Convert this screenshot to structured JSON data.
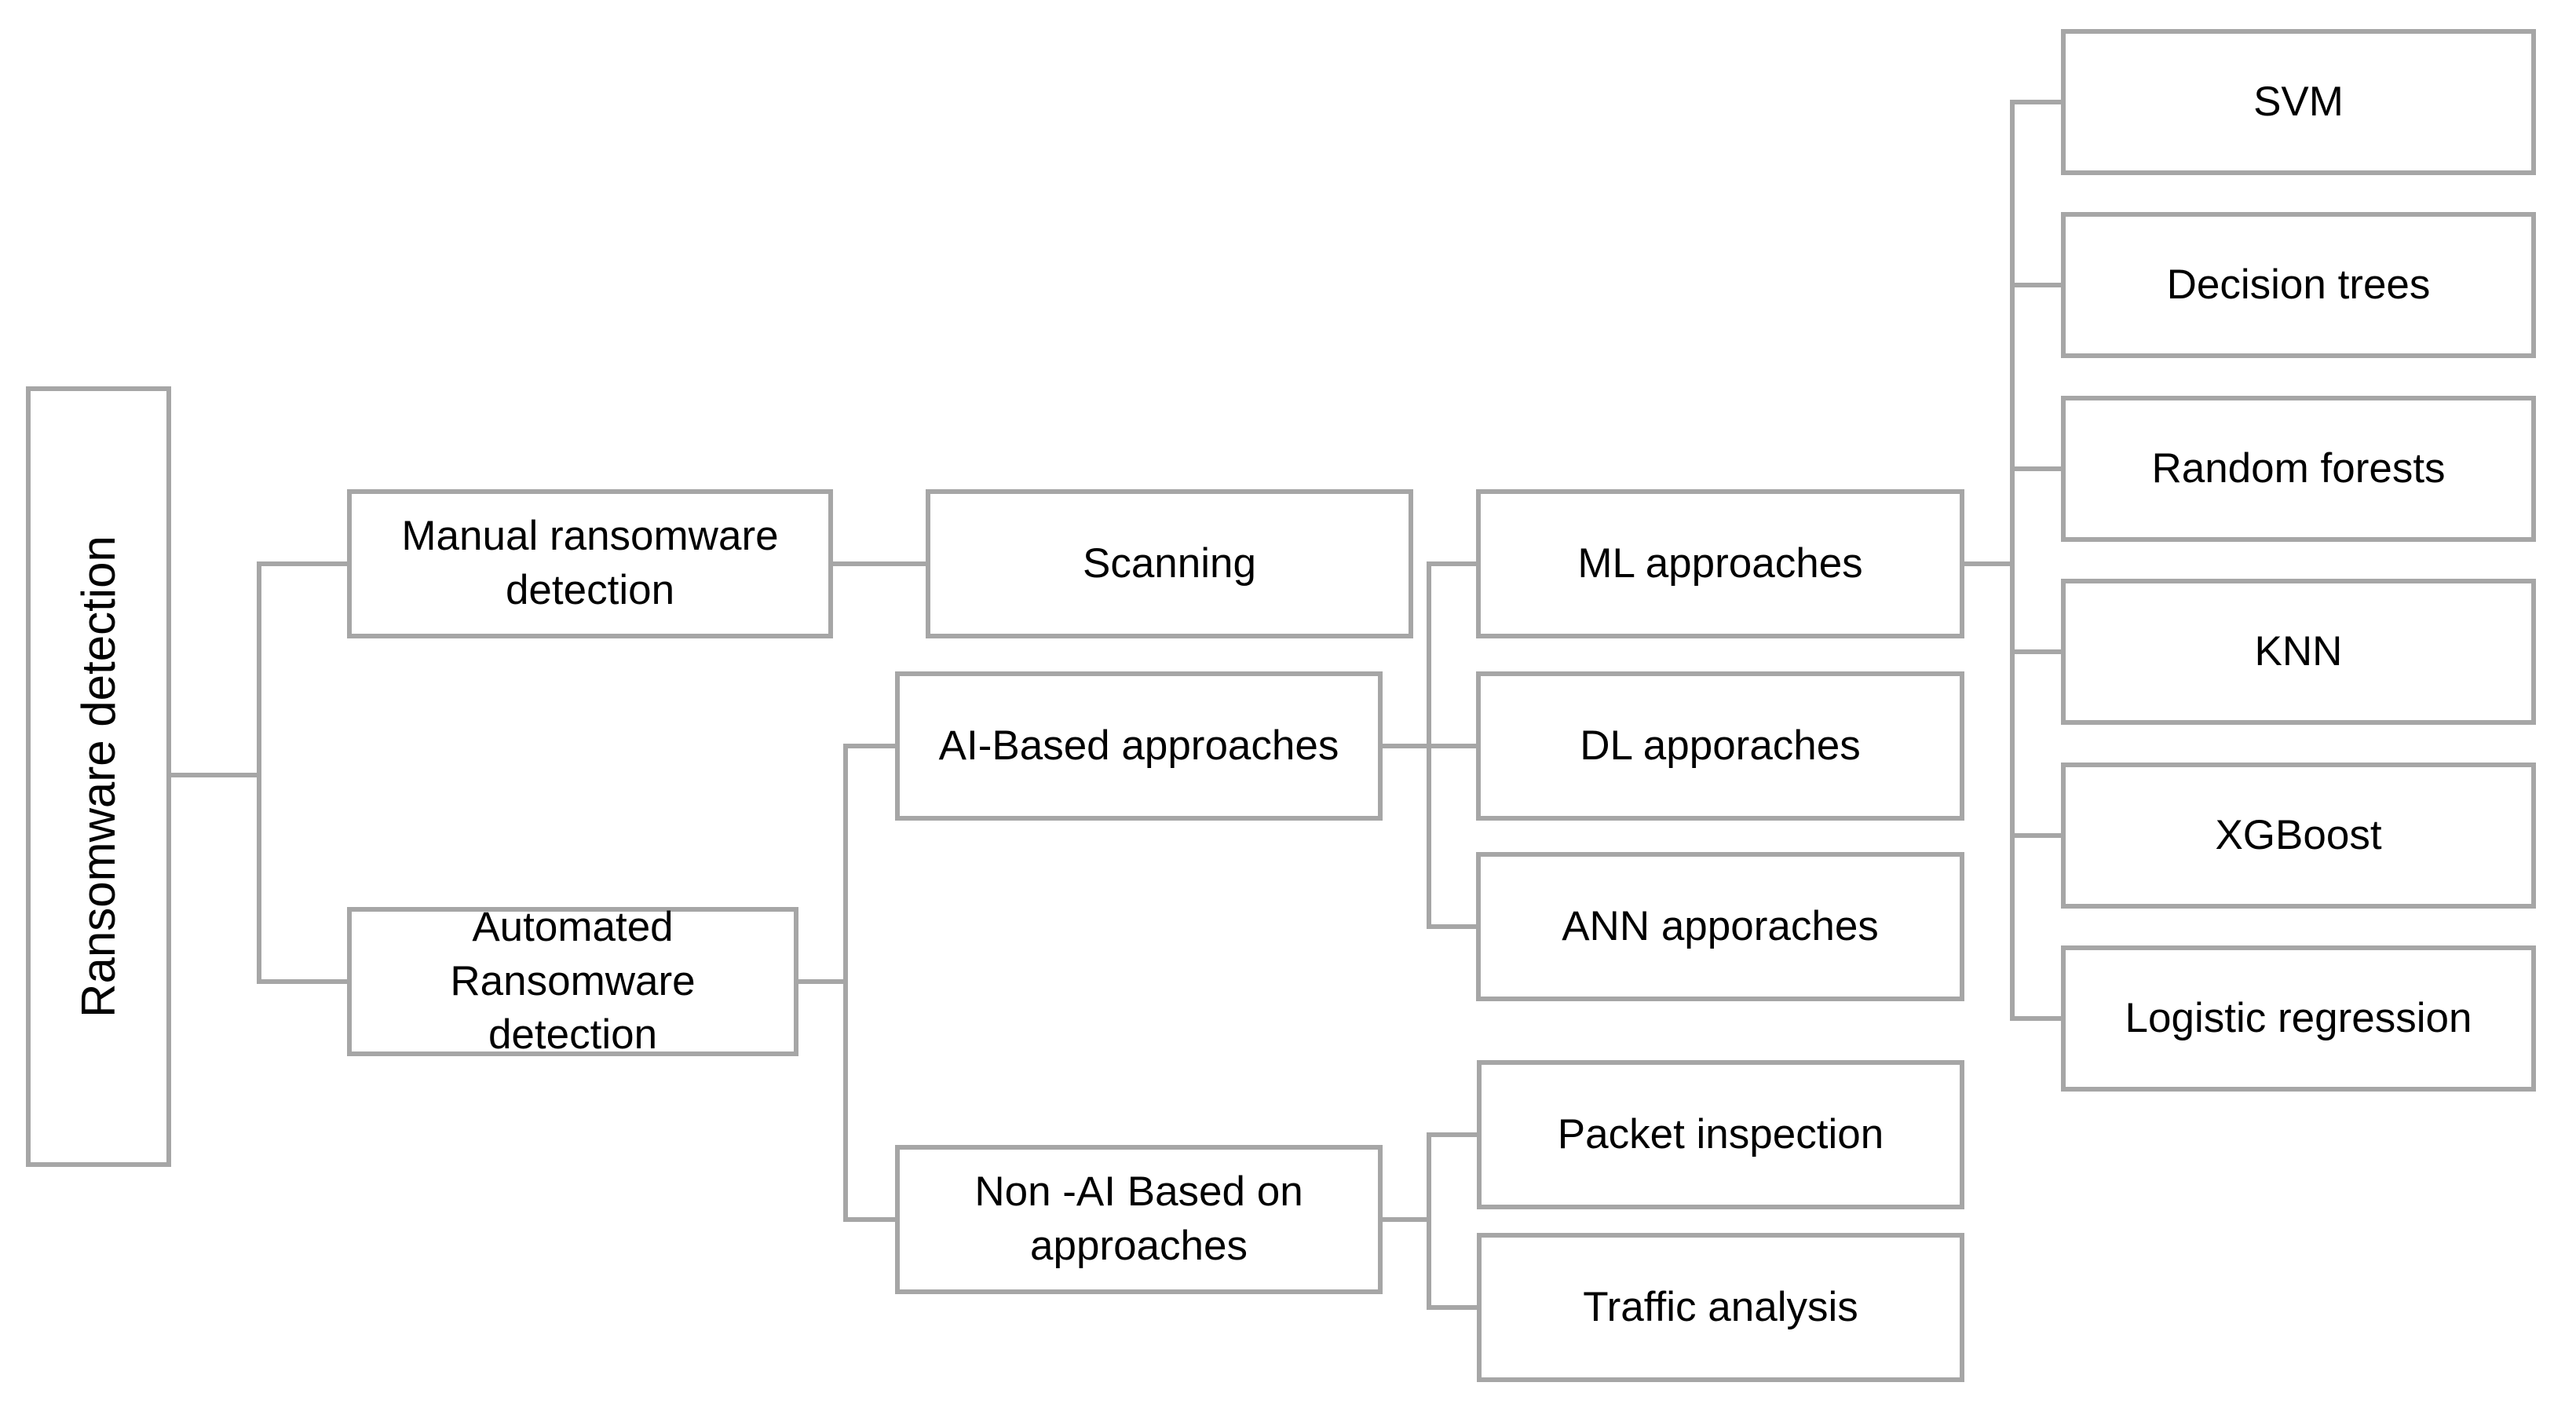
{
  "diagram": {
    "type": "tree",
    "orientation": "left-to-right",
    "colors": {
      "box_border": "#a6a6a6",
      "connector": "#a6a6a6",
      "box_fill": "#ffffff",
      "text": "#000000",
      "background": "#ffffff"
    }
  },
  "nodes": {
    "root": {
      "label": "Ransomware detection"
    },
    "manual": {
      "label": "Manual ransomware detection"
    },
    "scanning": {
      "label": "Scanning"
    },
    "automated": {
      "label": "Automated Ransomware detection"
    },
    "ai_based": {
      "label": "AI-Based approaches"
    },
    "non_ai": {
      "label": "Non -AI Based on approaches"
    },
    "ml": {
      "label": "ML approaches"
    },
    "dl": {
      "label": "DL apporaches"
    },
    "ann": {
      "label": "ANN apporaches"
    },
    "packet": {
      "label": "Packet inspection"
    },
    "traffic": {
      "label": "Traffic analysis"
    },
    "svm": {
      "label": "SVM"
    },
    "decision_trees": {
      "label": "Decision trees"
    },
    "random_forests": {
      "label": "Random forests"
    },
    "knn": {
      "label": "KNN"
    },
    "xgboost": {
      "label": "XGBoost"
    },
    "logistic_regression": {
      "label": "Logistic regression"
    }
  },
  "hierarchy": {
    "Ransomware detection": {
      "Manual ransomware detection": [
        "Scanning"
      ],
      "Automated Ransomware detection": {
        "AI-Based approaches": {
          "ML approaches": [
            "SVM",
            "Decision trees",
            "Random forests",
            "KNN",
            "XGBoost",
            "Logistic regression"
          ],
          "DL apporaches": [],
          "ANN apporaches": []
        },
        "Non -AI Based on approaches": [
          "Packet inspection",
          "Traffic analysis"
        ]
      }
    }
  }
}
